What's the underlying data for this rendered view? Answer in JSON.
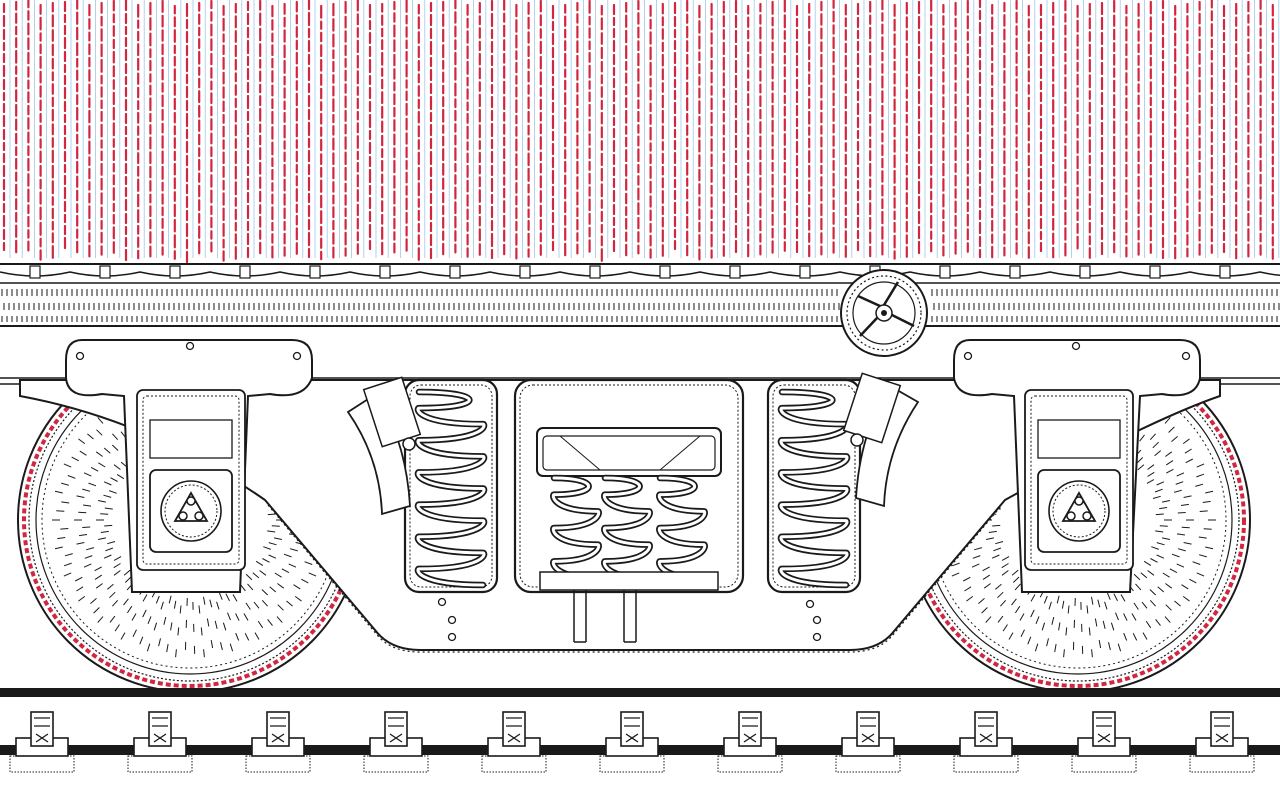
{
  "illustration": {
    "subject": "railway-freight-car-bogie",
    "colors": {
      "paper": "#ffffff",
      "ink": "#1a1a1a",
      "red_dash": "#d0263f",
      "blue_stripe": "#9cc9e8"
    },
    "icons": {
      "coil_spring": "coil-spring-icon",
      "wheel": "wheel-icon",
      "brake_wheel": "hand-brake-wheel-icon",
      "axle_cap": "axle-bearing-icon",
      "tie_plate": "rail-tie-plate-icon"
    },
    "counts": {
      "wheels": 2,
      "side_springs_per_side": 1,
      "bolster_springs": 3,
      "rail_fasteners": 11
    }
  }
}
